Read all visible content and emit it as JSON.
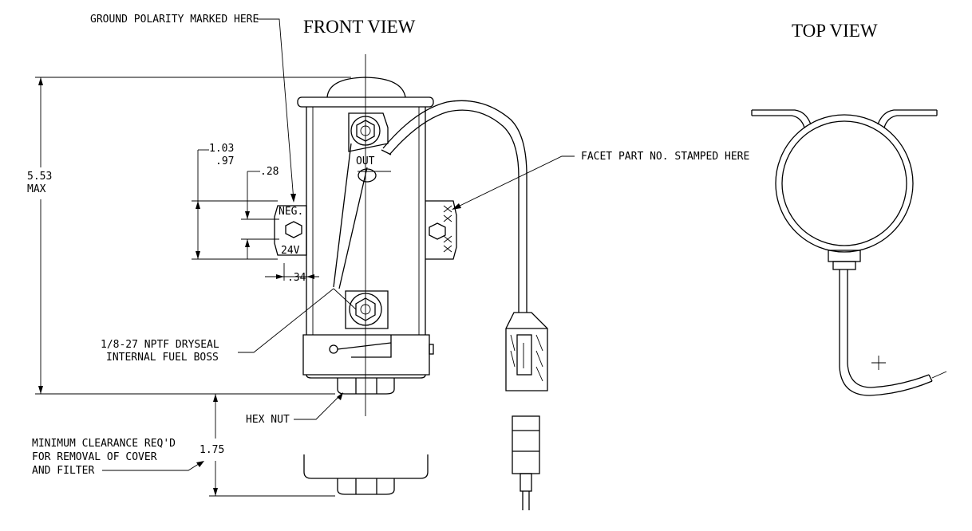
{
  "views": {
    "front_title": "FRONT VIEW",
    "top_title": "TOP VIEW"
  },
  "callouts": {
    "ground_polarity": "GROUND POLARITY MARKED HERE",
    "facet_part_no": "FACET PART NO. STAMPED HERE",
    "fuel_boss_line1": "1/8-27 NPTF DRYSEAL",
    "fuel_boss_line2": "INTERNAL FUEL BOSS",
    "hex_nut": "HEX NUT",
    "clearance_line1": "MINIMUM CLEARANCE REQ'D",
    "clearance_line2": "FOR REMOVAL OF COVER",
    "clearance_line3": "AND FILTER"
  },
  "dimensions": {
    "height_value": "5.53",
    "height_unit": "MAX",
    "width_upper": "1.03",
    "width_lower": ".97",
    "offset": ".28",
    "spacing": ".34",
    "clearance": "1.75"
  },
  "markings": {
    "neg": "NEG.",
    "voltage": "24V",
    "out": "OUT"
  }
}
